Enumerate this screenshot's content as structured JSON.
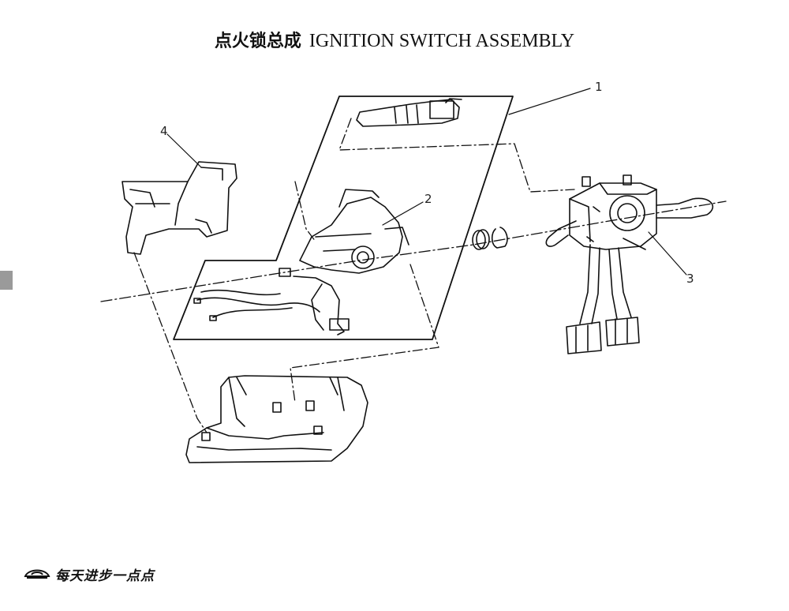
{
  "title": {
    "chinese": "点火锁总成",
    "english": "IGNITION SWITCH  ASSEMBLY"
  },
  "callouts": [
    "1",
    "2",
    "3",
    "4"
  ],
  "footer": {
    "brand_text": "每天进步一点点",
    "logo_icon": "brand-logo-icon"
  },
  "colors": {
    "line": "#111111",
    "side_tab": "#9a9a9a"
  }
}
